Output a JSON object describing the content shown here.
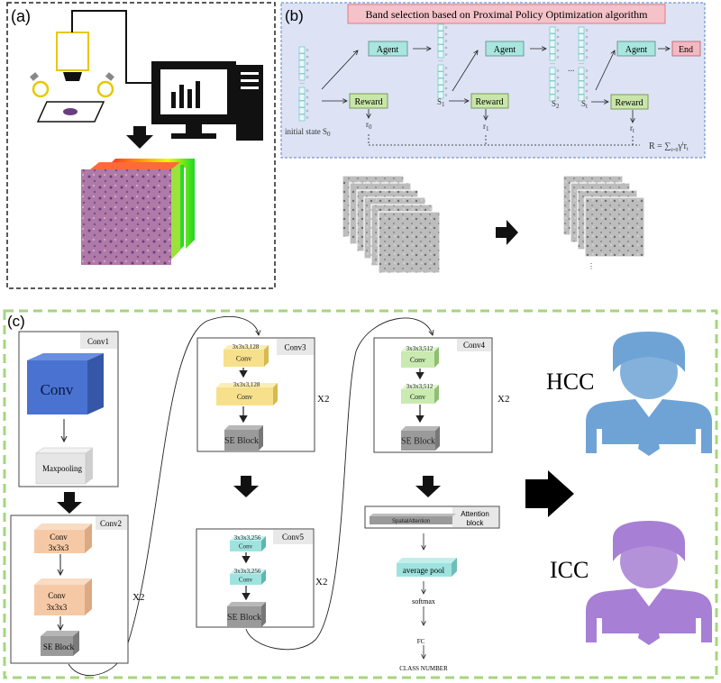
{
  "panel_a": {
    "label": "(a)"
  },
  "panel_b": {
    "label": "(b)",
    "title": "Band selection based on Proximal Policy Optimization algorithm",
    "agent": "Agent",
    "reward": "Reward",
    "end": "End",
    "initial_state": "initial state S",
    "initial_state_sub": "0",
    "s1": "S",
    "s1_sub": "1",
    "s2": "S",
    "s2_sub": "2",
    "st": "S",
    "st_sub": "t",
    "r0": "r",
    "r0_sub": "0",
    "r1": "r",
    "r1_sub": "1",
    "rt": "r",
    "rt_sub": "t",
    "ellipsis": "...",
    "formula": "R = ∑",
    "formula_sub": "t=0",
    "formula_tail": "γ",
    "formula_sup": "t",
    "formula_end": "r",
    "formula_end_sub": "t",
    "colors": {
      "panel_bg": "#dde3f5",
      "title_bg": "#f4c2c8",
      "agent": "#a8e6df",
      "reward": "#c8e6a8",
      "end": "#f4b8c0"
    }
  },
  "panel_c": {
    "label": "(c)",
    "conv1": {
      "label": "Conv1",
      "block": "Conv",
      "pool": "Maxpooling"
    },
    "conv2": {
      "label": "Conv2",
      "conv_a": "Conv",
      "conv_b": "3x3x3",
      "se": "SE Block",
      "repeat": "X2"
    },
    "conv3": {
      "label": "Conv3",
      "spec": "3x3x3,128",
      "conv": "Conv",
      "se": "SE Block",
      "repeat": "X2"
    },
    "conv4": {
      "label": "Conv4",
      "spec": "3x3x3,512",
      "conv": "Conv",
      "se": "SE Block",
      "repeat": "X2"
    },
    "conv5": {
      "label": "Conv5",
      "spec": "3x3x3,256",
      "conv": "Conv",
      "se": "SE Block",
      "repeat": "X2"
    },
    "attention": {
      "bar": "SpatialAttention",
      "label_1": "Attention",
      "label_2": "block"
    },
    "head": {
      "pool": "average pool",
      "softmax": "softmax",
      "fc": "FC",
      "out": "CLASS NUMBER"
    },
    "classes": [
      {
        "name": "HCC",
        "color": "#6fa3d6"
      },
      {
        "name": "ICC",
        "color": "#a77fd4"
      }
    ],
    "colors": {
      "border": "#a6d57f",
      "conv1": "#4a72d0",
      "conv2": "#f6c9a6",
      "conv3": "#f7e08c",
      "conv4": "#c9eab0",
      "conv5": "#9fe3df",
      "se": "#9a9a9a"
    }
  }
}
